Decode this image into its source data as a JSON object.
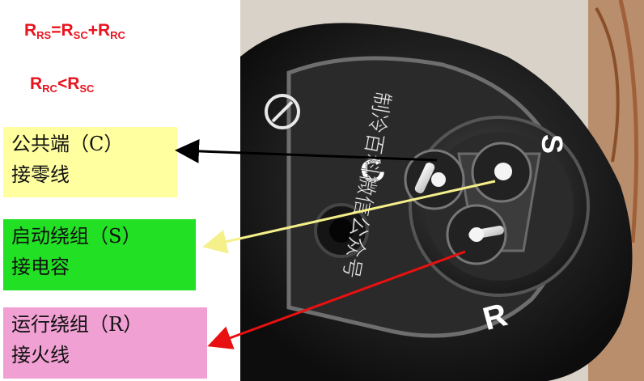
{
  "formulas": {
    "f1": {
      "a": "R",
      "a_sub": "RS",
      "eq": "=",
      "b": "R",
      "b_sub": "SC",
      "plus": "+",
      "c": "R",
      "c_sub": "RC"
    },
    "f2": {
      "a": "R",
      "a_sub": "RC",
      "lt": "<",
      "b": "R",
      "b_sub": "SC"
    }
  },
  "labels": {
    "common": {
      "line1": "公共端（C）",
      "line2": "接零线",
      "color": "#ffffa0"
    },
    "start": {
      "line1": "启动绕组（S）",
      "line2": "接电容",
      "color": "#22e024"
    },
    "run": {
      "line1": "运行绕组（R）",
      "line2": "接火线",
      "color": "#f0a0d2"
    }
  },
  "photo": {
    "terminal_letters": {
      "c": "C",
      "s": "S",
      "r": "R"
    },
    "watermark": "制冷百科微信公众号"
  },
  "arrow_colors": {
    "common": "#000000",
    "start": "#f5f08a",
    "run": "#e81010"
  }
}
